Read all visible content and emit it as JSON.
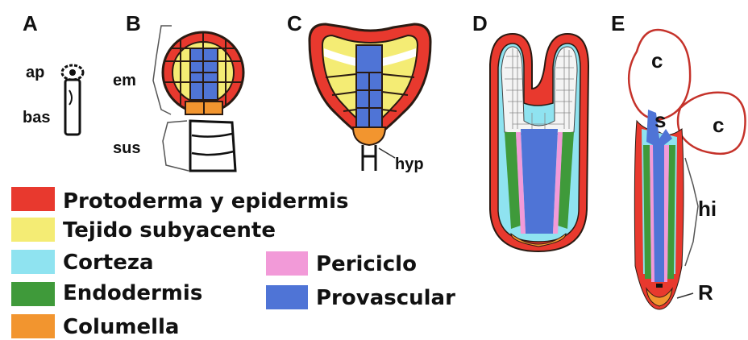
{
  "colors": {
    "protoderma": "#e8392e",
    "subyacente": "#f4ec74",
    "corteza": "#8fe3f0",
    "endodermis": "#3f9a3a",
    "columella": "#f2952f",
    "periciclo": "#f29ad8",
    "provascular": "#4f74d6",
    "outline": "#2a1a12",
    "white_cells": "#f4f4f4"
  },
  "panels": {
    "a": {
      "letter": "A",
      "ap": "ap",
      "bas": "bas"
    },
    "b": {
      "letter": "B",
      "em": "em",
      "sus": "sus"
    },
    "c": {
      "letter": "C",
      "hyp": "hyp"
    },
    "d": {
      "letter": "D"
    },
    "e": {
      "letter": "E",
      "c1": "c",
      "c2": "c",
      "s": "s",
      "hi": "hi",
      "r": "R"
    }
  },
  "legend": [
    {
      "key": "protoderma",
      "label": "Protoderma y epidermis",
      "color": "#e8392e"
    },
    {
      "key": "subyacente",
      "label": "Tejido subyacente",
      "color": "#f4ec74"
    },
    {
      "key": "corteza",
      "label": "Corteza",
      "color": "#8fe3f0"
    },
    {
      "key": "endodermis",
      "label": "Endodermis",
      "color": "#3f9a3a"
    },
    {
      "key": "columella",
      "label": "Columella",
      "color": "#f2952f"
    },
    {
      "key": "periciclo",
      "label": "Periciclo",
      "color": "#f29ad8"
    },
    {
      "key": "provascular",
      "label": "Provascular",
      "color": "#4f74d6"
    }
  ]
}
